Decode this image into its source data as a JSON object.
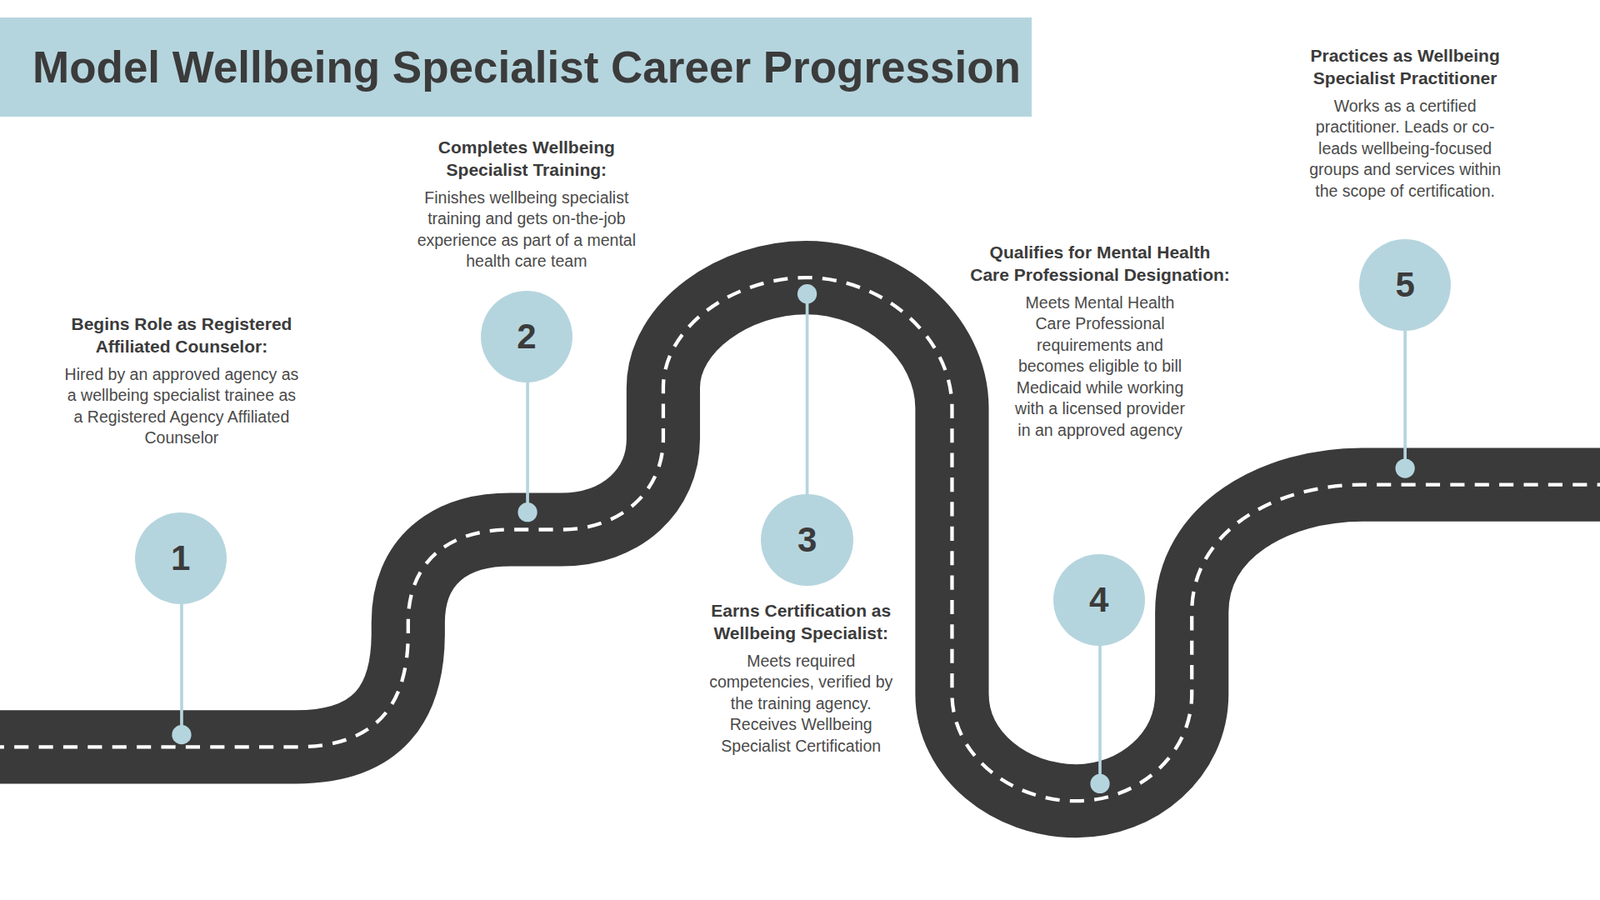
{
  "diagram": {
    "title": "Model Wellbeing Specialist Career Progression",
    "nodes": [
      {
        "text": [
          "1",
          "Begins Role as Registered Affiliated Counselor:",
          "Hired by an approved agency as a wellbeing specialist trainee as a Registered Agency Affiliated Counselor"
        ]
      },
      {
        "text": [
          "2",
          "Completes Wellbeing Specialist Training:",
          "Finishes wellbeing specialist training and gets on-the-job experience as part of a mental health care team"
        ]
      },
      {
        "text": [
          "3",
          "Earns Certification as Wellbeing Specialist:",
          "Meets required competencies, verified by the training agency. Receives Wellbeing Specialist Certification"
        ]
      },
      {
        "text": [
          "4",
          "Qualifies for Mental Health Care Professional Designation:",
          "Meets Mental Health Care Professional requirements and becomes eligible to bill Medicaid while working with a licensed provider in an approved agency"
        ]
      },
      {
        "text": [
          "5",
          "Practices as Wellbeing Specialist Practitioner",
          "Works as a certified practitioner. Leads or co-leads wellbeing-focused groups and services within the scope of certification."
        ]
      }
    ]
  }
}
